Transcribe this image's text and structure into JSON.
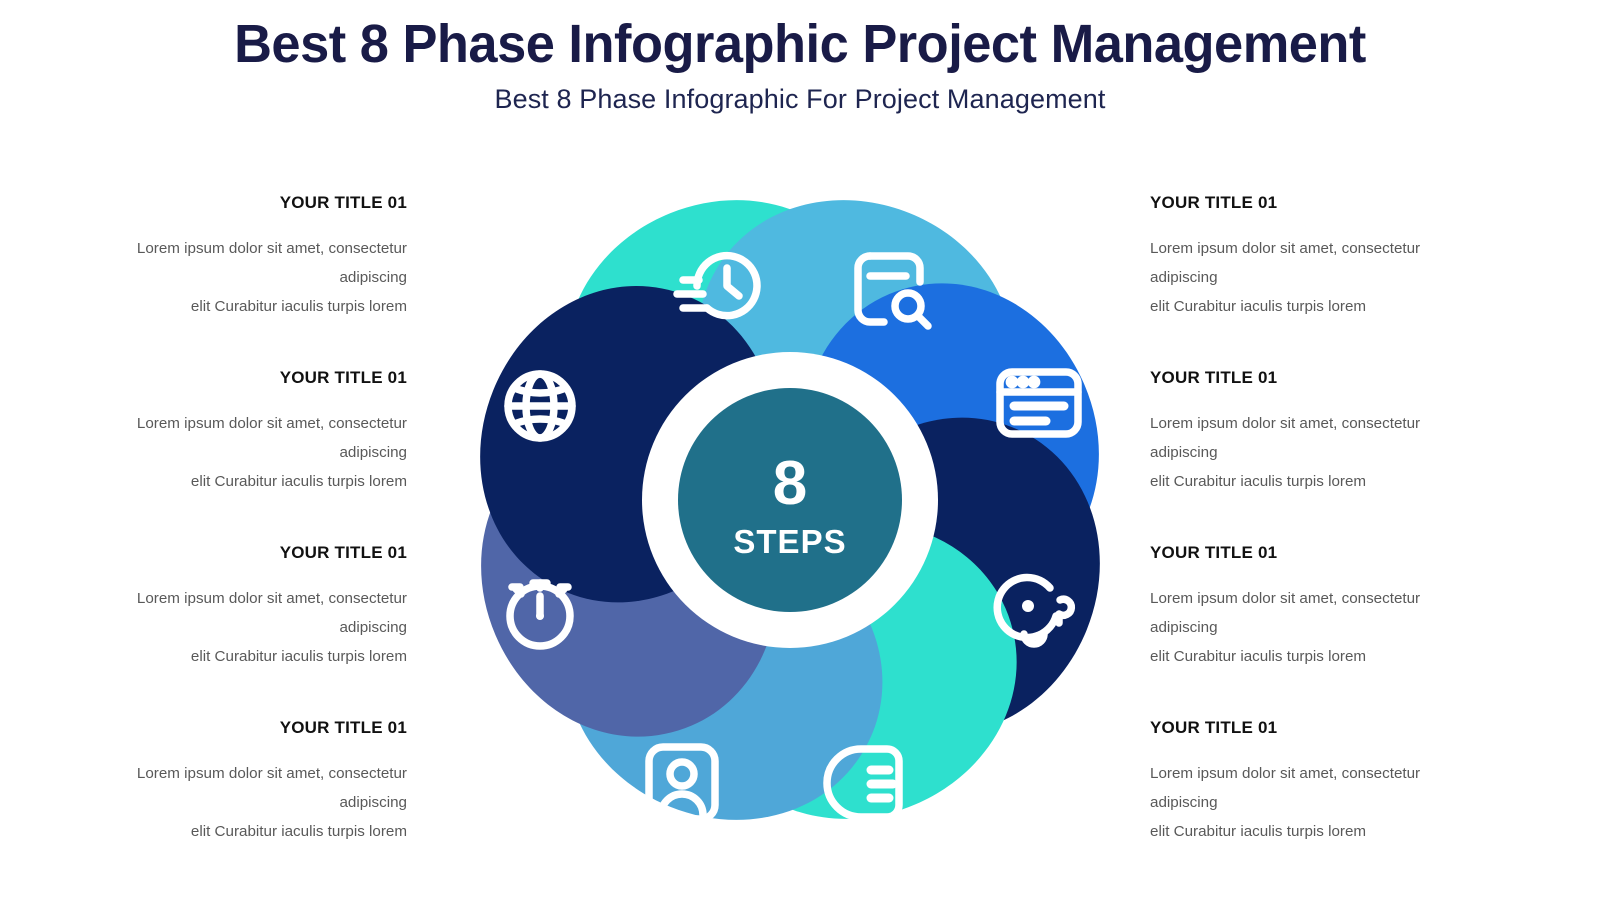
{
  "header": {
    "title": "Best 8 Phase Infographic Project Management",
    "subtitle": "Best 8 Phase Infographic For Project Management"
  },
  "center": {
    "number": "8",
    "label": "STEPS",
    "fill_color": "#20708a",
    "ring_color": "#ffffff"
  },
  "blocks": [
    {
      "id": "left-1",
      "side": "left",
      "title": "YOUR TITLE 01",
      "description": "Lorem ipsum dolor sit amet, consectetur adipiscing elit Curabitur iaculis turpis lorem",
      "line1": "Lorem ipsum dolor sit amet, consectetur adipiscing",
      "line2": "elit Curabitur iaculis turpis lorem"
    },
    {
      "id": "left-2",
      "side": "left",
      "title": "YOUR TITLE 01",
      "description": "Lorem ipsum dolor sit amet, consectetur adipiscing elit Curabitur iaculis turpis lorem",
      "line1": "Lorem ipsum dolor sit amet, consectetur adipiscing",
      "line2": "elit Curabitur iaculis turpis lorem"
    },
    {
      "id": "left-3",
      "side": "left",
      "title": "YOUR TITLE 01",
      "description": "Lorem ipsum dolor sit amet, consectetur adipiscing elit Curabitur iaculis turpis lorem",
      "line1": "Lorem ipsum dolor sit amet, consectetur adipiscing",
      "line2": "elit Curabitur iaculis turpis lorem"
    },
    {
      "id": "left-4",
      "side": "left",
      "title": "YOUR TITLE 01",
      "description": "Lorem ipsum dolor sit amet, consectetur adipiscing elit Curabitur iaculis turpis lorem",
      "line1": "Lorem ipsum dolor sit amet, consectetur adipiscing",
      "line2": "elit Curabitur iaculis turpis lorem"
    },
    {
      "id": "right-1",
      "side": "right",
      "title": "YOUR TITLE 01",
      "description": "Lorem ipsum dolor sit amet, consectetur adipiscing elit Curabitur iaculis turpis lorem",
      "line1": "Lorem ipsum dolor sit amet, consectetur adipiscing",
      "line2": "elit Curabitur iaculis turpis lorem"
    },
    {
      "id": "right-2",
      "side": "right",
      "title": "YOUR TITLE 01",
      "description": "Lorem ipsum dolor sit amet, consectetur adipiscing elit Curabitur iaculis turpis lorem",
      "line1": "Lorem ipsum dolor sit amet, consectetur adipiscing",
      "line2": "elit Curabitur iaculis turpis lorem"
    },
    {
      "id": "right-3",
      "side": "right",
      "title": "YOUR TITLE 01",
      "description": "Lorem ipsum dolor sit amet, consectetur adipiscing elit Curabitur iaculis turpis lorem",
      "line1": "Lorem ipsum dolor sit amet, consectetur adipiscing",
      "line2": "elit Curabitur iaculis turpis lorem"
    },
    {
      "id": "right-4",
      "side": "right",
      "title": "YOUR TITLE 01",
      "description": "Lorem ipsum dolor sit amet, consectetur adipiscing elit Curabitur iaculis turpis lorem",
      "line1": "Lorem ipsum dolor sit amet, consectetur adipiscing",
      "line2": "elit Curabitur iaculis turpis lorem"
    }
  ],
  "petals": [
    {
      "position": "top-left",
      "icon": "clock-speed-icon",
      "color": "#2ee0ce"
    },
    {
      "position": "top-right",
      "icon": "document-search-icon",
      "color": "#4fb9e0"
    },
    {
      "position": "right-upper",
      "icon": "browser-window-icon",
      "color": "#1c6fe0"
    },
    {
      "position": "right-lower",
      "icon": "headset-support-icon",
      "color": "#0a2260"
    },
    {
      "position": "bottom-right",
      "icon": "document-text-icon",
      "color": "#2ee0ce"
    },
    {
      "position": "bottom-left",
      "icon": "id-card-user-icon",
      "color": "#4fa7d8"
    },
    {
      "position": "left-lower",
      "icon": "stopwatch-icon",
      "color": "#5066a8"
    },
    {
      "position": "left-upper",
      "icon": "globe-icon",
      "color": "#0a2260"
    }
  ],
  "colors": {
    "title": "#191b47",
    "subtitle": "#1e2550",
    "block_title": "#111111",
    "block_desc": "#595959",
    "background": "#ffffff"
  }
}
